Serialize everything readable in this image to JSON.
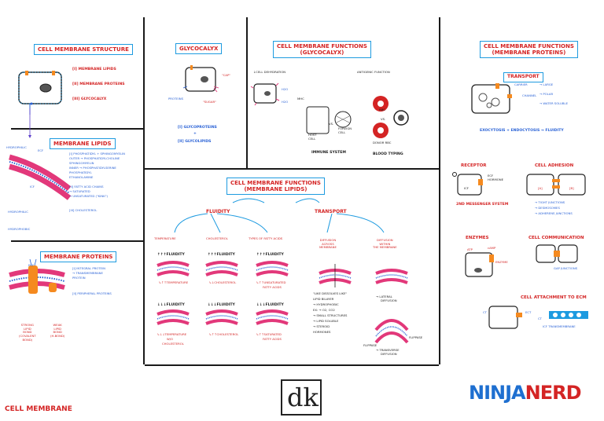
{
  "footer": {
    "title": "CELL MEMBRANE"
  },
  "logos": {
    "dk": "dk",
    "ninja": "NINJA",
    "nerd": "NERD"
  },
  "structure": {
    "title": "CELL MEMBRANE STRUCTURE",
    "items": [
      "[I] MEMBRANE LIPIDS",
      "[II] MEMBRANE PROTEINS",
      "[III] GLYCOCALYX"
    ]
  },
  "lipids": {
    "title": "MEMBRANE LIPIDS",
    "ecf": "ECF",
    "icf": "ICF",
    "hydrophilic_top": "HYDROPHILIC",
    "hydrophilic_bottom": "HYDROPHILIC",
    "hydrophobic": "HYDROPHOBIC",
    "list": [
      "[I] PHOSPHATIDYL + SPHINGOMYELIN",
      "      OUTER → PHOSPHATIDYLCHOLINE",
      "               SPHINGOMYELIN",
      "      INNER → PHOSPHATIDYLSERINE",
      "               PHOSPHATIDYL",
      "               ETHANOLAMINE",
      "[II] FATTY ACID CHAINS",
      "      → SATURATED",
      "      → UNSATURATED (\"KINK\")",
      "[III] CHOLESTEROL"
    ]
  },
  "proteins": {
    "title": "MEMBRANE PROTEINS",
    "ecf": "ECF",
    "list": [
      "[I] INTEGRAL PROTEIN",
      "     → TRANSMEMBRANE",
      "        PROTEIN",
      "[II] PERIPHERAL PROTEINS"
    ],
    "bond_left": [
      "STRONG",
      "LIPID",
      "BOND",
      "(COVALENT",
      "BOND)"
    ],
    "bond_right": [
      "WEAK",
      "LIPID",
      "BOND",
      "(H-BOND)"
    ]
  },
  "glycocalyx": {
    "title": "GLYCOCALYX",
    "labels": {
      "cap": "\"CAP\"",
      "proteins": "PROTEINS",
      "sugar": "\"SUGAR\""
    },
    "list": [
      "[I] GLYCOPROTEINS",
      "+",
      "[II] GLYCOLIPIDS"
    ]
  },
  "functions_glyco": {
    "title_line1": "CELL MEMBRANE FUNCTIONS",
    "title_line2": "(GLYCOCALYX)",
    "dehydration": "↓CELL DEHYDRATION",
    "antigenic": "ANTIGENIC FUNCTION",
    "h2o_1": "H2O",
    "h2o_2": "H2O",
    "host": [
      "HOST",
      "CELL"
    ],
    "vs": "VS.",
    "foreign": [
      "FOREIGN",
      "CELL"
    ],
    "mhc": "MHC",
    "rbc": "RBC",
    "rbc_vs": "VS.",
    "donor": "DONOR RBC",
    "immune": "IMMUNE SYSTEM",
    "blood": "BLOOD TYPING"
  },
  "functions_proteins": {
    "title_line1": "CELL MEMBRANE FUNCTIONS",
    "title_line2": "(MEMBRANE PROTEINS)",
    "transport": "TRANSPORT",
    "carrier": "CARRIER",
    "channel": "CHANNEL",
    "props": [
      "→ LARGE",
      "→ POLAR",
      "→ WATER SOLUBLE"
    ],
    "exo": "EXOCYTOSIS + ENDOCYTOSIS → FLUIDITY",
    "receptor": "RECEPTOR",
    "hormone_lines": [
      "ECF",
      "HORMONE"
    ],
    "icf": "ICF",
    "second_messenger": "2ND MESSENGER SYSTEM",
    "adhesion": "CELL ADHESION",
    "adhesion_cells": [
      "[A]",
      "[B]"
    ],
    "junctions": [
      "→ TIGHT JUNCTIONS",
      "→ DESMOSOMES",
      "→ ADHERENS JUNCTIONS"
    ],
    "enzymes": "ENZYMES",
    "atp": "ATP",
    "camp": "cAMP",
    "enzyme": "ENZYME",
    "communication": "CELL COMMUNICATION",
    "gap": "GAP JUNCTIONS",
    "ecm_title": "CELL ATTACHMENT TO ECM",
    "ecm_labels": [
      "CT",
      "ECT",
      "CT"
    ],
    "ecm_note": "ICF TRANSMEMBRANE"
  },
  "functions_lipids": {
    "title_line1": "CELL MEMBRANE FUNCTIONS",
    "title_line2": "(MEMBRANE LIPIDS)",
    "fluidity": "FLUIDITY",
    "transport": "TRANSPORT",
    "columns": [
      {
        "head": "TEMPERATURE",
        "up": "↑↑↑FLUIDITY",
        "up_note": "↳↑↑TEMPERATURE",
        "down": "↓↓↓FLUIDITY",
        "down_note": [
          "↳↓↓TEMPERATURE",
          "W/O",
          "CHOLESTEROL"
        ]
      },
      {
        "head": "CHOLESTEROL",
        "up": "↑↑↑FLUIDITY",
        "up_note": "↳↓CHOLESTEROL",
        "down": "↓↓↓FLUIDITY",
        "down_note": [
          "↳↑↑CHOLESTEROL"
        ]
      },
      {
        "head": "TYPES OF FATTY ACIDS",
        "up": "↑↑↑FLUIDITY",
        "up_note": [
          "↳↑↑UNSATURATED",
          "FATTY ACIDS"
        ],
        "down": "↓↓↓FLUIDITY",
        "down_note": [
          "↳↑↑SATURATED",
          "FATTY ACIDS"
        ]
      }
    ],
    "diffusion_across": [
      "DIFFUSION",
      "ACROSS",
      "MEMBRANE"
    ],
    "diffusion_within": [
      "DIFFUSION",
      "WITHIN",
      "THE MEMBRANE"
    ],
    "across_list": [
      "\"LIKE DISSOLVES LIKE\"",
      "LIPID BILAYER",
      "→ HYDROPHOBIC",
      "EX: → O2, CO2",
      "      → SMALL STRUCTURES",
      "      → LIPID SOLUBLE",
      "         → STEROID",
      "            HORMONES"
    ],
    "lateral": [
      "→ LATERAL",
      "DIFFUSION"
    ],
    "flippase": "FLIPPASE",
    "flippase2": "FLIPPASE",
    "transverse": [
      "→ TRANSVERSE",
      "DIFFUSION"
    ]
  }
}
